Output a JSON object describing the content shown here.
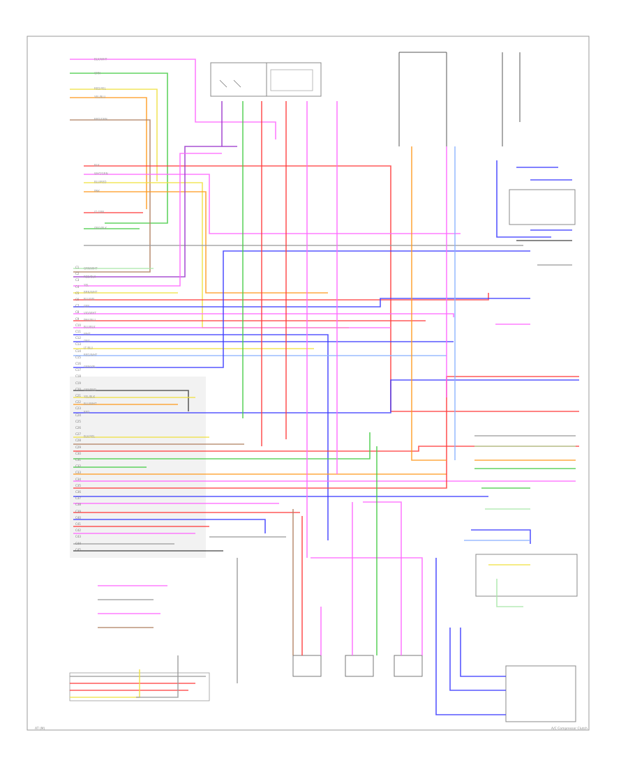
{
  "diagram": {
    "frame_title": "Wiring Diagram",
    "footer_left": "AT (M)",
    "footer_right": "A/C Compressor Clutch",
    "wire_colors": {
      "red": "#ff3b3b",
      "pink": "#ff66ff",
      "green": "#44cc44",
      "yellow": "#f0e040",
      "orange": "#ff9a1e",
      "blue": "#3a3aff",
      "purple": "#9933cc",
      "brown": "#b08060",
      "gray": "#9a9a9a",
      "black": "#444444",
      "lightgreen": "#a8e8a8",
      "lightblue": "#8ab0ff"
    },
    "connector_labels": [
      "C1",
      "C2",
      "C3",
      "C4",
      "C5",
      "C6",
      "C7",
      "C8",
      "C9",
      "C10",
      "C11",
      "C12",
      "C13",
      "C14",
      "C15",
      "C16",
      "C17",
      "C18",
      "C19",
      "C20",
      "C21",
      "C22",
      "C23",
      "C24",
      "C25",
      "C26",
      "C27",
      "C28",
      "C29",
      "C30",
      "C31",
      "C32",
      "C33",
      "C34",
      "C35",
      "C36",
      "C37",
      "C38",
      "C39",
      "C40",
      "C41",
      "C42",
      "C43",
      "C44",
      "C45"
    ],
    "wire_labels": [
      "BLK/WHT",
      "GRN",
      "RED/YEL",
      "YEL/BLU",
      "RED/GRN",
      "BLK",
      "WHT/GRN",
      "BLU/RED",
      "PNK",
      "LT GRN",
      "ORG/BLK",
      "GRN/WHT",
      "RED/BLK",
      "YEL",
      "BRN/WHT",
      "BLU/YEL",
      "GRY",
      "VIO/WHT",
      "PNK/BLU",
      "BLU/BLK",
      "WHT",
      "ORG",
      "LT BLU",
      "RED/WHT",
      "GRN/YEL",
      "GRY/RED",
      "YEL/BLK",
      "BLU/WHT",
      "RED",
      "BLK/YEL"
    ]
  }
}
